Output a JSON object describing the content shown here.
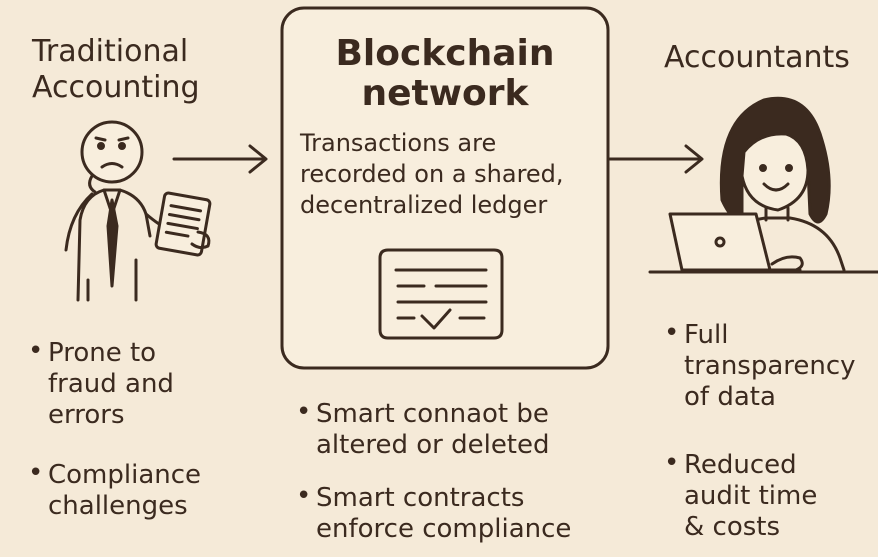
{
  "left": {
    "heading": "Traditional\nAccounting",
    "bullets": [
      "Prone to\nfraud and\nerrors",
      "Compliance\nchallenges"
    ]
  },
  "center": {
    "heading": "Blockchain\nnetwork",
    "description": "Transactions are\nrecorded on a shared,\ndecentralized ledger",
    "bullets": [
      "Smart connaot be\naltered or deleted",
      "Smart contracts\nenforce compliance"
    ]
  },
  "right": {
    "heading": "Accountants",
    "bullets": [
      "Full\ntransparency\nof data",
      "Reduced\naudit time\n& costs"
    ]
  },
  "bullet_marker": "•",
  "icons": {
    "left_figure": "worried-accountant-with-clipboard-icon",
    "center_icon": "ledger-document-check-icon",
    "right_figure": "smiling-accountant-with-laptop-icon",
    "arrows": "right-arrow-icon"
  },
  "colors": {
    "background": "#f5ead8",
    "ink": "#3b2a1f",
    "box_fill": "#f8eedd"
  }
}
